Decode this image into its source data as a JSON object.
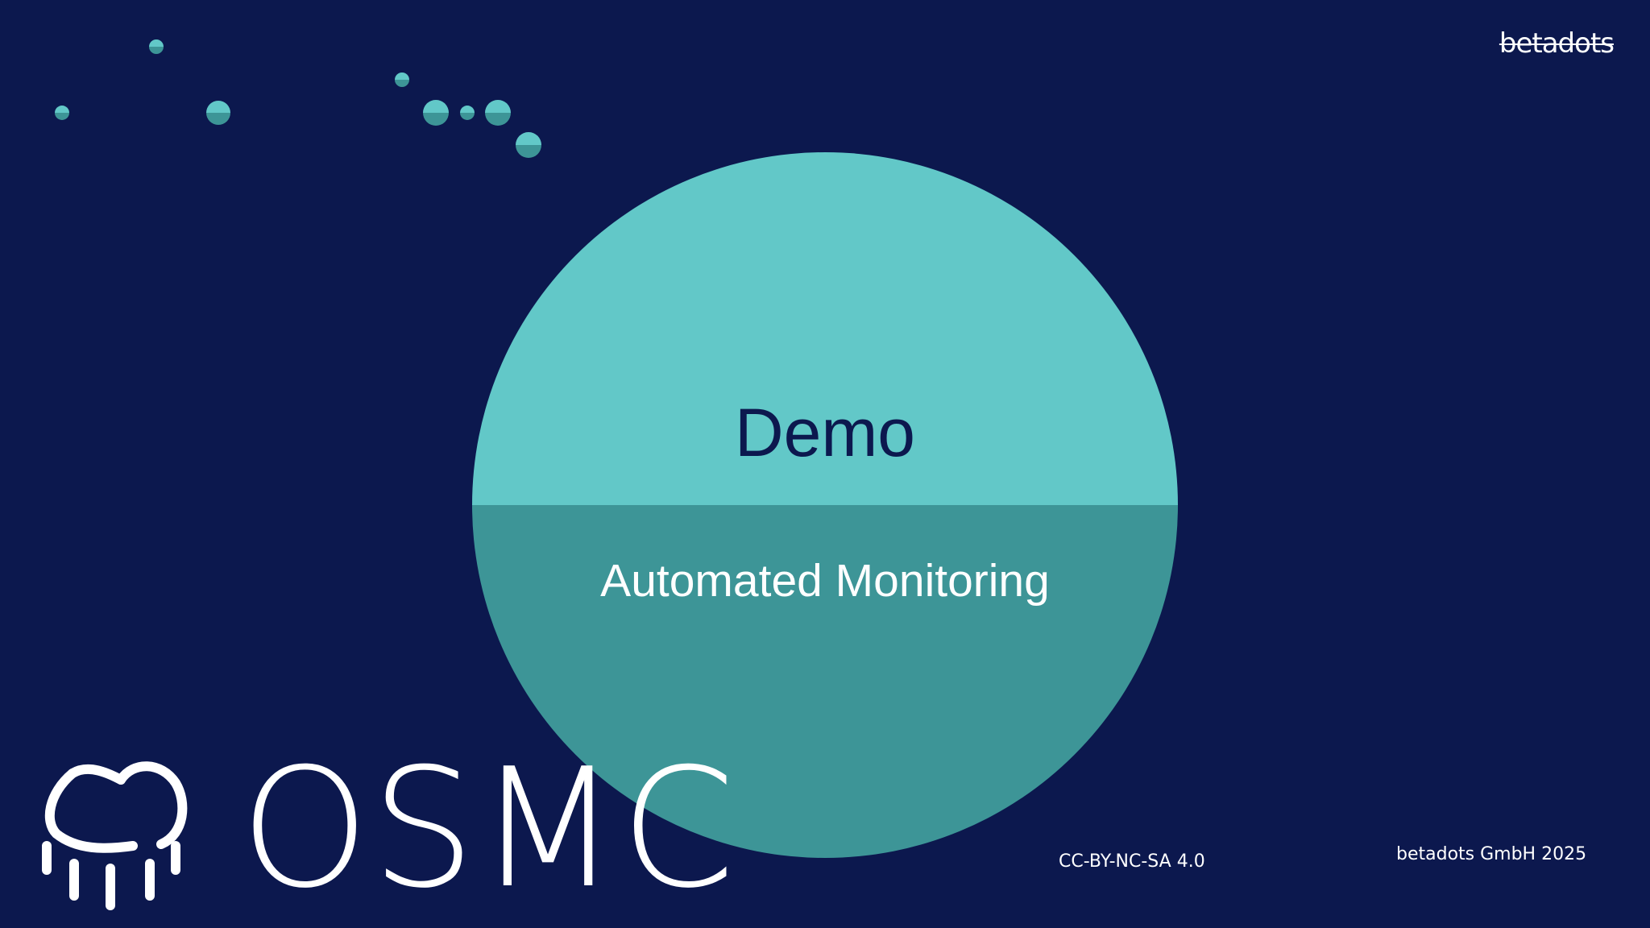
{
  "slide": {
    "title": "Demo",
    "subtitle": "Automated Monitoring"
  },
  "brand": {
    "logo_text": "betadots",
    "osmc_word": "OSMC",
    "osmc_icon": "jellyfish-icon"
  },
  "footer": {
    "license": "CC-BY-NC-SA 4.0",
    "copyright": "betadots GmbH 2025"
  },
  "colors": {
    "background": "#0c184e",
    "circle_top": "#62c8c8",
    "circle_bottom": "#3d9597",
    "text_dark": "#0c184e",
    "text_light": "#ffffff"
  }
}
